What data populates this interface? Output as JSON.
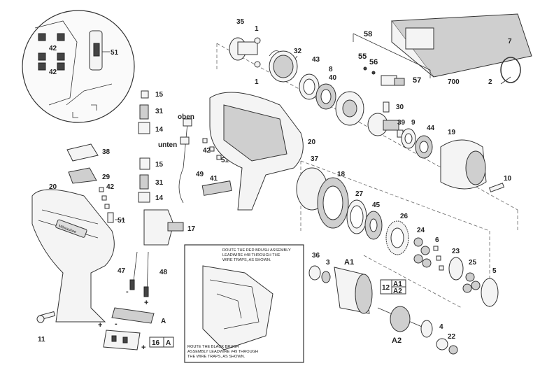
{
  "labels": {
    "p35": "35",
    "p1a": "1",
    "p1b": "1",
    "p32": "32",
    "p43": "43",
    "p8": "8",
    "p40": "40",
    "p58": "58",
    "p55": "55",
    "p56": "56",
    "p57": "57",
    "p700": "700",
    "p7": "7",
    "p2": "2",
    "p30": "30",
    "p39": "39",
    "p9": "9",
    "p44": "44",
    "p19": "19",
    "p10": "10",
    "p15a": "15",
    "p31a": "31",
    "p14a": "14",
    "p15b": "15",
    "p31b": "31",
    "p14b": "14",
    "p42a": "42",
    "p42b": "42",
    "p51a": "51",
    "p42c": "42",
    "p51b": "51",
    "p42d": "42",
    "p51c": "51",
    "p20a": "20",
    "p20b": "20",
    "p38": "38",
    "p29": "29",
    "p49": "49",
    "p41": "41",
    "p37": "37",
    "p18": "18",
    "p27": "27",
    "p45": "45",
    "p26": "26",
    "p24": "24",
    "p6": "6",
    "p23": "23",
    "p25": "25",
    "p5": "5",
    "p17": "17",
    "p47": "47",
    "p48": "48",
    "p36": "36",
    "p3": "3",
    "pA1": "A1",
    "p12": "12",
    "pA1b": "A1",
    "pA2b": "A2",
    "pA2": "A2",
    "p4": "4",
    "p22": "22",
    "p11": "11",
    "pA": "A",
    "p16": "16",
    "pA16": "A",
    "oben": "oben",
    "unten": "unten",
    "plus1": "+",
    "minus1": "-",
    "plus2": "+",
    "minus2": "-",
    "plus3": "+"
  },
  "notes": {
    "red_line1": "ROUTE THE RED BRUSH ASSEMBLY",
    "red_line2": "LEADWIRE #48 THROUGH THE",
    "red_line3": "WIRE TRAPS, AS SHOWN.",
    "black_line1": "ROUTE THE BLACK BRUSH",
    "black_line2": "ASSEMBLY LEADWIRE #49 THROUGH",
    "black_line3": "THE WIRE TRAPS, AS SHOWN."
  },
  "brand_mark": "Milwaukee"
}
